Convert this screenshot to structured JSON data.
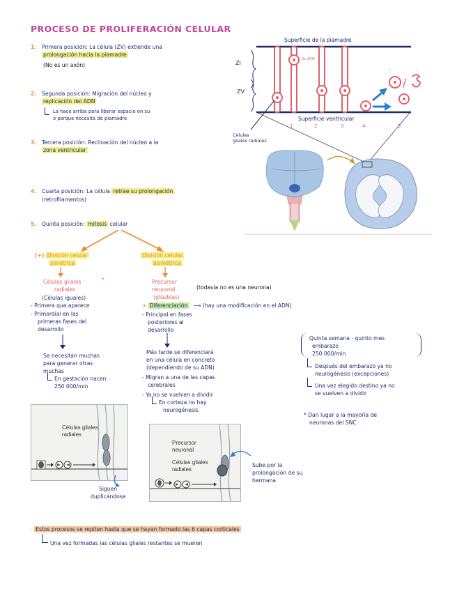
{
  "title": "Proceso de proliferación celular",
  "step1": {
    "bullet": "1.",
    "line1": "Primera posición: La célula (ZV) extiende una",
    "line2": "prolongación hacia la piamadre",
    "note": "(No es un axón)"
  },
  "step2": {
    "bullet": "2.",
    "line1": "Segunda posición: Migración del núcleo y",
    "line2": "replicación del ADN",
    "note1": "La hace arriba para liberar espacio en su",
    "note2": "o porque necesita de piamadre"
  },
  "step3": {
    "bullet": "3.",
    "line1": "Tercera posición: Reclinación del núcleo a la",
    "line2": "zona ventricular"
  },
  "step4": {
    "bullet": "4.",
    "text_a": "Cuarta posición: La célula ",
    "text_hl": "retrae su prolongación",
    "line2": "(retrofilamentos)"
  },
  "step5": {
    "bullet": "5.",
    "text_a": "Quinta posición: ",
    "text_hl": "mitosis",
    "text_b": " celular"
  },
  "diagram": {
    "top_label": "Superficie de la piamadre",
    "bottom_label": "Superficie ventricular",
    "zi": "ZI",
    "zv": "ZV",
    "adn": "2x ADN",
    "nums": [
      "1",
      "2",
      "3",
      "4",
      "5"
    ],
    "glial": "Células gliales radiales"
  },
  "left_branch": {
    "bullet": "(+)",
    "title1": "División celular",
    "title2": "simétrica",
    "result1": "Células gliales",
    "result2": "radiales",
    "result3": "(Células iguales)",
    "b1": "Primera que aparece",
    "b2a": "Primordial en las",
    "b2b": "primeras fases del",
    "b2c": "desarrollo",
    "n1": "Se necesitan muchas",
    "n2": "para generar otras",
    "n3": "muchas",
    "n4": "En gestación nacen",
    "n5": "250 000/min"
  },
  "right_branch": {
    "title1": "División celular",
    "title2": "asimétrica",
    "result1": "Precursor",
    "result2": "neuronal",
    "result3": "(glía/blas)",
    "result_note": "(todavía no es una neurona)",
    "diff": "Diferenciación",
    "diff_note": "(hay una modificación en el ADN)",
    "b1a": "Principal en fases",
    "b1b": "posteriores al",
    "b1c": "desarrollo",
    "c1": "Más tarde se diferenciará",
    "c2": "en una célula en concreto",
    "c3": "(dependiendo de su ADN)",
    "b2a": "Migran a una de las capas",
    "b2b": "cerebrales",
    "b3": "Ya no se vuelven a dividir",
    "b3n1": "En corteza no hay",
    "b3n2": "neurogénesis"
  },
  "side_notes": {
    "box1": "Quinta semana - quinto mes",
    "box2": "embarazo",
    "box3": "250 000/min",
    "d1a": "Después del embarazo ya no",
    "d1b": "neurogénesis (excepciones)",
    "d2a": "Una vez elegido destino ya no",
    "d2b": "se vuelven a dividir",
    "star1": "* Dan lugar a la mayoría de",
    "star2": "neuronas del SNC"
  },
  "fig_left": {
    "label1": "Células gliales",
    "label2": "radiales",
    "caption1": "Siguen",
    "caption2": "duplicándose"
  },
  "fig_right": {
    "label1": "Precursor",
    "label2": "neuronal",
    "label3": "Células gliales",
    "label4": "radiales",
    "caption1": "Sube por la",
    "caption2": "prolongación de su",
    "caption3": "hermana"
  },
  "footer": {
    "line1": "Estos procesos se repiten hasta que se hayan formado las 6 capas corticales",
    "line2": "Una vez formadas las células gliales restantes se mueren"
  },
  "colors": {
    "ink": "#1f2a6b",
    "title": "#c2469a",
    "highlight_yellow": "#f3f08a",
    "highlight_orange": "#f7c79a",
    "highlight_green": "#c6ec9b",
    "cell": "#e0606a",
    "arrow_blue": "#2a7fd4",
    "arrow_orange": "#f08a2e"
  }
}
